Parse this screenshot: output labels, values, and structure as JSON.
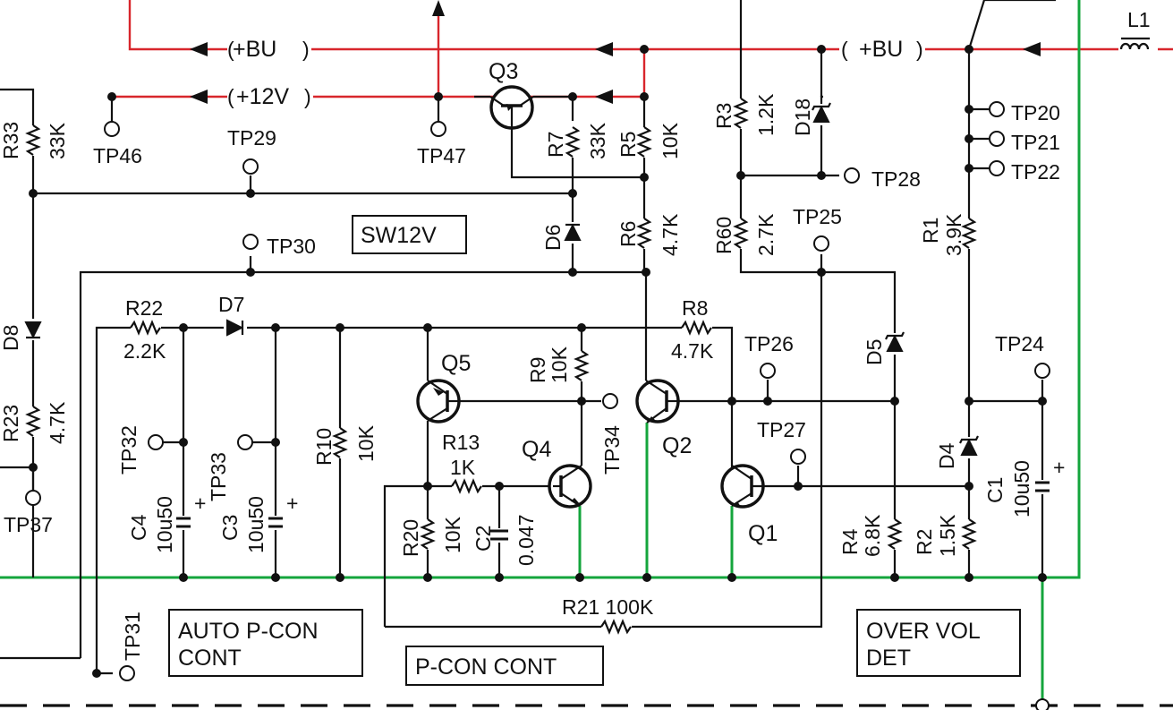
{
  "rails": {
    "bu_left": "+BU",
    "v12": "+12V",
    "bu_right": "+BU"
  },
  "blocks": {
    "sw12v": "SW12V",
    "auto_pcon_l1": "AUTO P-CON",
    "auto_pcon_l2": "CONT",
    "pcon_cont": "P-CON CONT",
    "over_vol_l1": "OVER VOL",
    "over_vol_l2": "DET"
  },
  "inductors": {
    "l1": "L1"
  },
  "transistors": {
    "q1": "Q1",
    "q2": "Q2",
    "q3": "Q3",
    "q4": "Q4",
    "q5": "Q5"
  },
  "resistors": {
    "r33": "R33",
    "r33_v": "33K",
    "r23": "R23",
    "r23_v": "4.7K",
    "r22": "R22",
    "r22_v": "2.2K",
    "r7": "R7",
    "r7_v": "33K",
    "r5": "R5",
    "r5_v": "10K",
    "r6": "R6",
    "r6_v": "4.7K",
    "r3": "R3",
    "r3_v": "1.2K",
    "r60": "R60",
    "r60_v": "2.7K",
    "r1": "R1",
    "r1_v": "3.9K",
    "r8": "R8",
    "r8_v": "4.7K",
    "r9": "R9",
    "r9_v": "10K",
    "r10": "R10",
    "r10_v": "10K",
    "r13": "R13",
    "r13_v": "1K",
    "r20": "R20",
    "r20_v": "10K",
    "r4": "R4",
    "r4_v": "6.8K",
    "r2": "R2",
    "r2_v": "1.5K",
    "r21": "R21 100K"
  },
  "capacitors": {
    "c4": "C4",
    "c4_v": "10u50",
    "c3": "C3",
    "c3_v": "10u50",
    "c2": "C2",
    "c2_v": "0.047",
    "c1": "C1",
    "c1_v": "10u50",
    "plus": "+"
  },
  "diodes": {
    "d8": "D8",
    "d7": "D7",
    "d6": "D6",
    "d18": "D18",
    "d5": "D5",
    "d4": "D4"
  },
  "test_points": {
    "tp46": "TP46",
    "tp47": "TP47",
    "tp29": "TP29",
    "tp30": "TP30",
    "tp28": "TP28",
    "tp20": "TP20",
    "tp21": "TP21",
    "tp22": "TP22",
    "tp25": "TP25",
    "tp26": "TP26",
    "tp27": "TP27",
    "tp24": "TP24",
    "tp32": "TP32",
    "tp33": "TP33",
    "tp34": "TP34",
    "tp37": "TP37",
    "tp31": "TP31"
  },
  "colors": {
    "supply_rail": "#d8262c",
    "ground_rail": "#14a53c",
    "wire": "#111111"
  }
}
